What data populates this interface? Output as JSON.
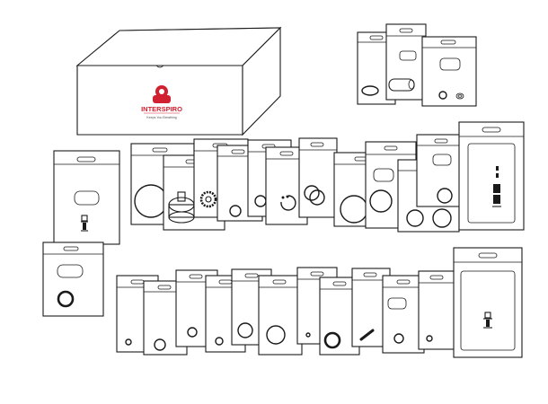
{
  "brand": {
    "name": "INTERSPIRO",
    "tagline": "Keeps You Breathing",
    "color": "#d1202f"
  },
  "colors": {
    "stroke": "#1a1a1a",
    "fill": "#ffffff"
  },
  "items": {
    "box": "kit-box",
    "bag_groups": [
      "top-right-cluster",
      "middle-row",
      "bottom-row"
    ]
  }
}
